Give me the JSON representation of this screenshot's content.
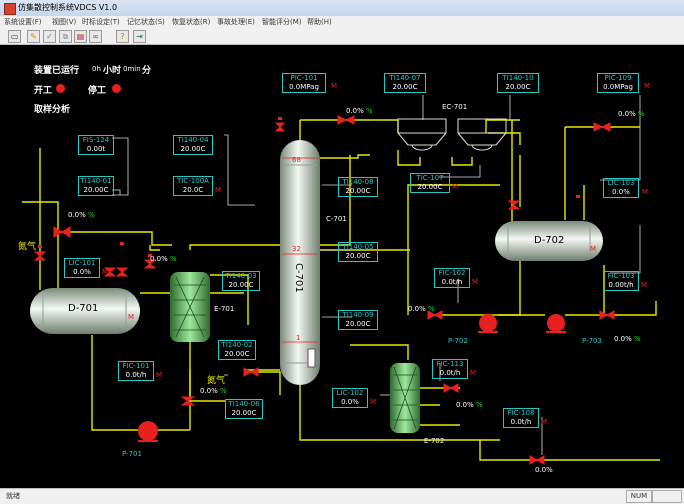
{
  "window": {
    "title": "仿集散控制系统VDCS V1.0"
  },
  "menu": [
    "系统设置(F)",
    "视图(V)",
    "时标设定(T)",
    "记忆状态(S)",
    "恢复状态(R)",
    "事故处理(E)",
    "智能评分(M)",
    "帮助(H)"
  ],
  "toolbar": {
    "icons": [
      "window-icon",
      "pencil-icon",
      "check-icon",
      "copy-icon",
      "folder-icon",
      "link-icon",
      "help-icon",
      "exit-icon"
    ]
  },
  "status": {
    "left": "就绪",
    "num": "NUM"
  },
  "panel": {
    "run_label": "装置已运行",
    "hours": "0h",
    "hour_unit": "小时",
    "minutes": "0min",
    "minute_unit": "分",
    "start": "开工",
    "stop": "停工",
    "sample": "取样分析"
  },
  "units": {
    "d701": "D-701",
    "d702": "D-702",
    "c701_body": "C-701",
    "c701_side": "C-701",
    "e701": "E-701",
    "e702": "E-702",
    "ec701": "EC-701",
    "p701": "P-701",
    "p702": "P-702",
    "p703": "P-703",
    "n2_1": "氮气",
    "n2_2": "氮气",
    "m_d701": "M",
    "m_d702": "M",
    "tray68": "68",
    "tray32": "32",
    "tray1": "1"
  },
  "tags": {
    "fis124": {
      "tag": "FIS-124",
      "value": "0.00t"
    },
    "ti14001": {
      "tag": "TI140-01",
      "value": "20.00C"
    },
    "lic101": {
      "tag": "LIC-101",
      "value": "0.0%",
      "m": "M"
    },
    "ti14004": {
      "tag": "TI140-04",
      "value": "20.00C"
    },
    "tic100a": {
      "tag": "TIC-100A",
      "value": "20.0C",
      "m": "M"
    },
    "ti14003": {
      "tag": "TI140-03",
      "value": "20.00C"
    },
    "ti14002": {
      "tag": "TI140-02",
      "value": "20.00C"
    },
    "fic101": {
      "tag": "FIC-101",
      "value": "0.0t/h",
      "m": "M"
    },
    "ti14006": {
      "tag": "TI140-06",
      "value": "20.00C"
    },
    "pic101": {
      "tag": "PIC-101",
      "value": "0.0MPag",
      "m": "M"
    },
    "ti14007": {
      "tag": "TI140-07",
      "value": "20.00C"
    },
    "ti14010": {
      "tag": "TI140-10",
      "value": "20.00C"
    },
    "pic109": {
      "tag": "PIC-109",
      "value": "0.0MPag",
      "m": "M"
    },
    "ti14008": {
      "tag": "TI140-08",
      "value": "20.00C"
    },
    "ti14005": {
      "tag": "TI140-05",
      "value": "20.00C"
    },
    "ti14009": {
      "tag": "TI140-09",
      "value": "20.00C"
    },
    "tic107": {
      "tag": "TIC-107",
      "value": "20.00C",
      "m": "M"
    },
    "lic103": {
      "tag": "LIC-103",
      "value": "0.0%",
      "m": "M"
    },
    "fic102": {
      "tag": "FIC-102",
      "value": "0.0t/h",
      "m": "M"
    },
    "fic103": {
      "tag": "FIC-103",
      "value": "0.00t/h",
      "m": "M"
    },
    "fic113": {
      "tag": "FIC-113",
      "value": "0.0t/h",
      "m": "M"
    },
    "lic102": {
      "tag": "LIC-102",
      "value": "0.0%",
      "m": "M"
    },
    "fic108": {
      "tag": "FIC-108",
      "value": "0.0t/h",
      "m": "M"
    }
  },
  "valves": {
    "v_fis124": {
      "value": "0.0%",
      "unit": "%"
    },
    "v_lic101": {
      "value": "0.0%",
      "unit": "%"
    },
    "v_pic101": {
      "value": "0.0%",
      "unit": "%"
    },
    "v_pic109": {
      "value": "0.0%",
      "unit": "%"
    },
    "v_fic102": {
      "value": "0.0%",
      "unit": "%"
    },
    "v_fic103": {
      "value": "0.0%",
      "unit": "%"
    },
    "v_fic101": {
      "value": "0.0%",
      "unit": "%"
    },
    "v_fic113": {
      "value": "0.0%",
      "unit": "%"
    },
    "v_fic108": {
      "value": "0.0%"
    },
    "v_n2": {
      "value": "0.0%",
      "unit": "%"
    }
  },
  "colors": {
    "pipe": "#e8e800",
    "tag_border": "#2ac7c7",
    "alarm": "#e82020",
    "pct_unit": "#18e018",
    "background": "#000000"
  }
}
